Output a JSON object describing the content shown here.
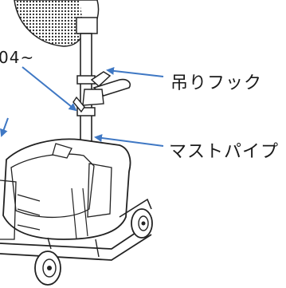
{
  "labels": {
    "partial_left": "04~",
    "hook": "吊りフック",
    "mast_pipe": "マストパイプ"
  },
  "colors": {
    "arrow": "#3f78c4",
    "line_art": "#222222",
    "background": "#ffffff"
  }
}
